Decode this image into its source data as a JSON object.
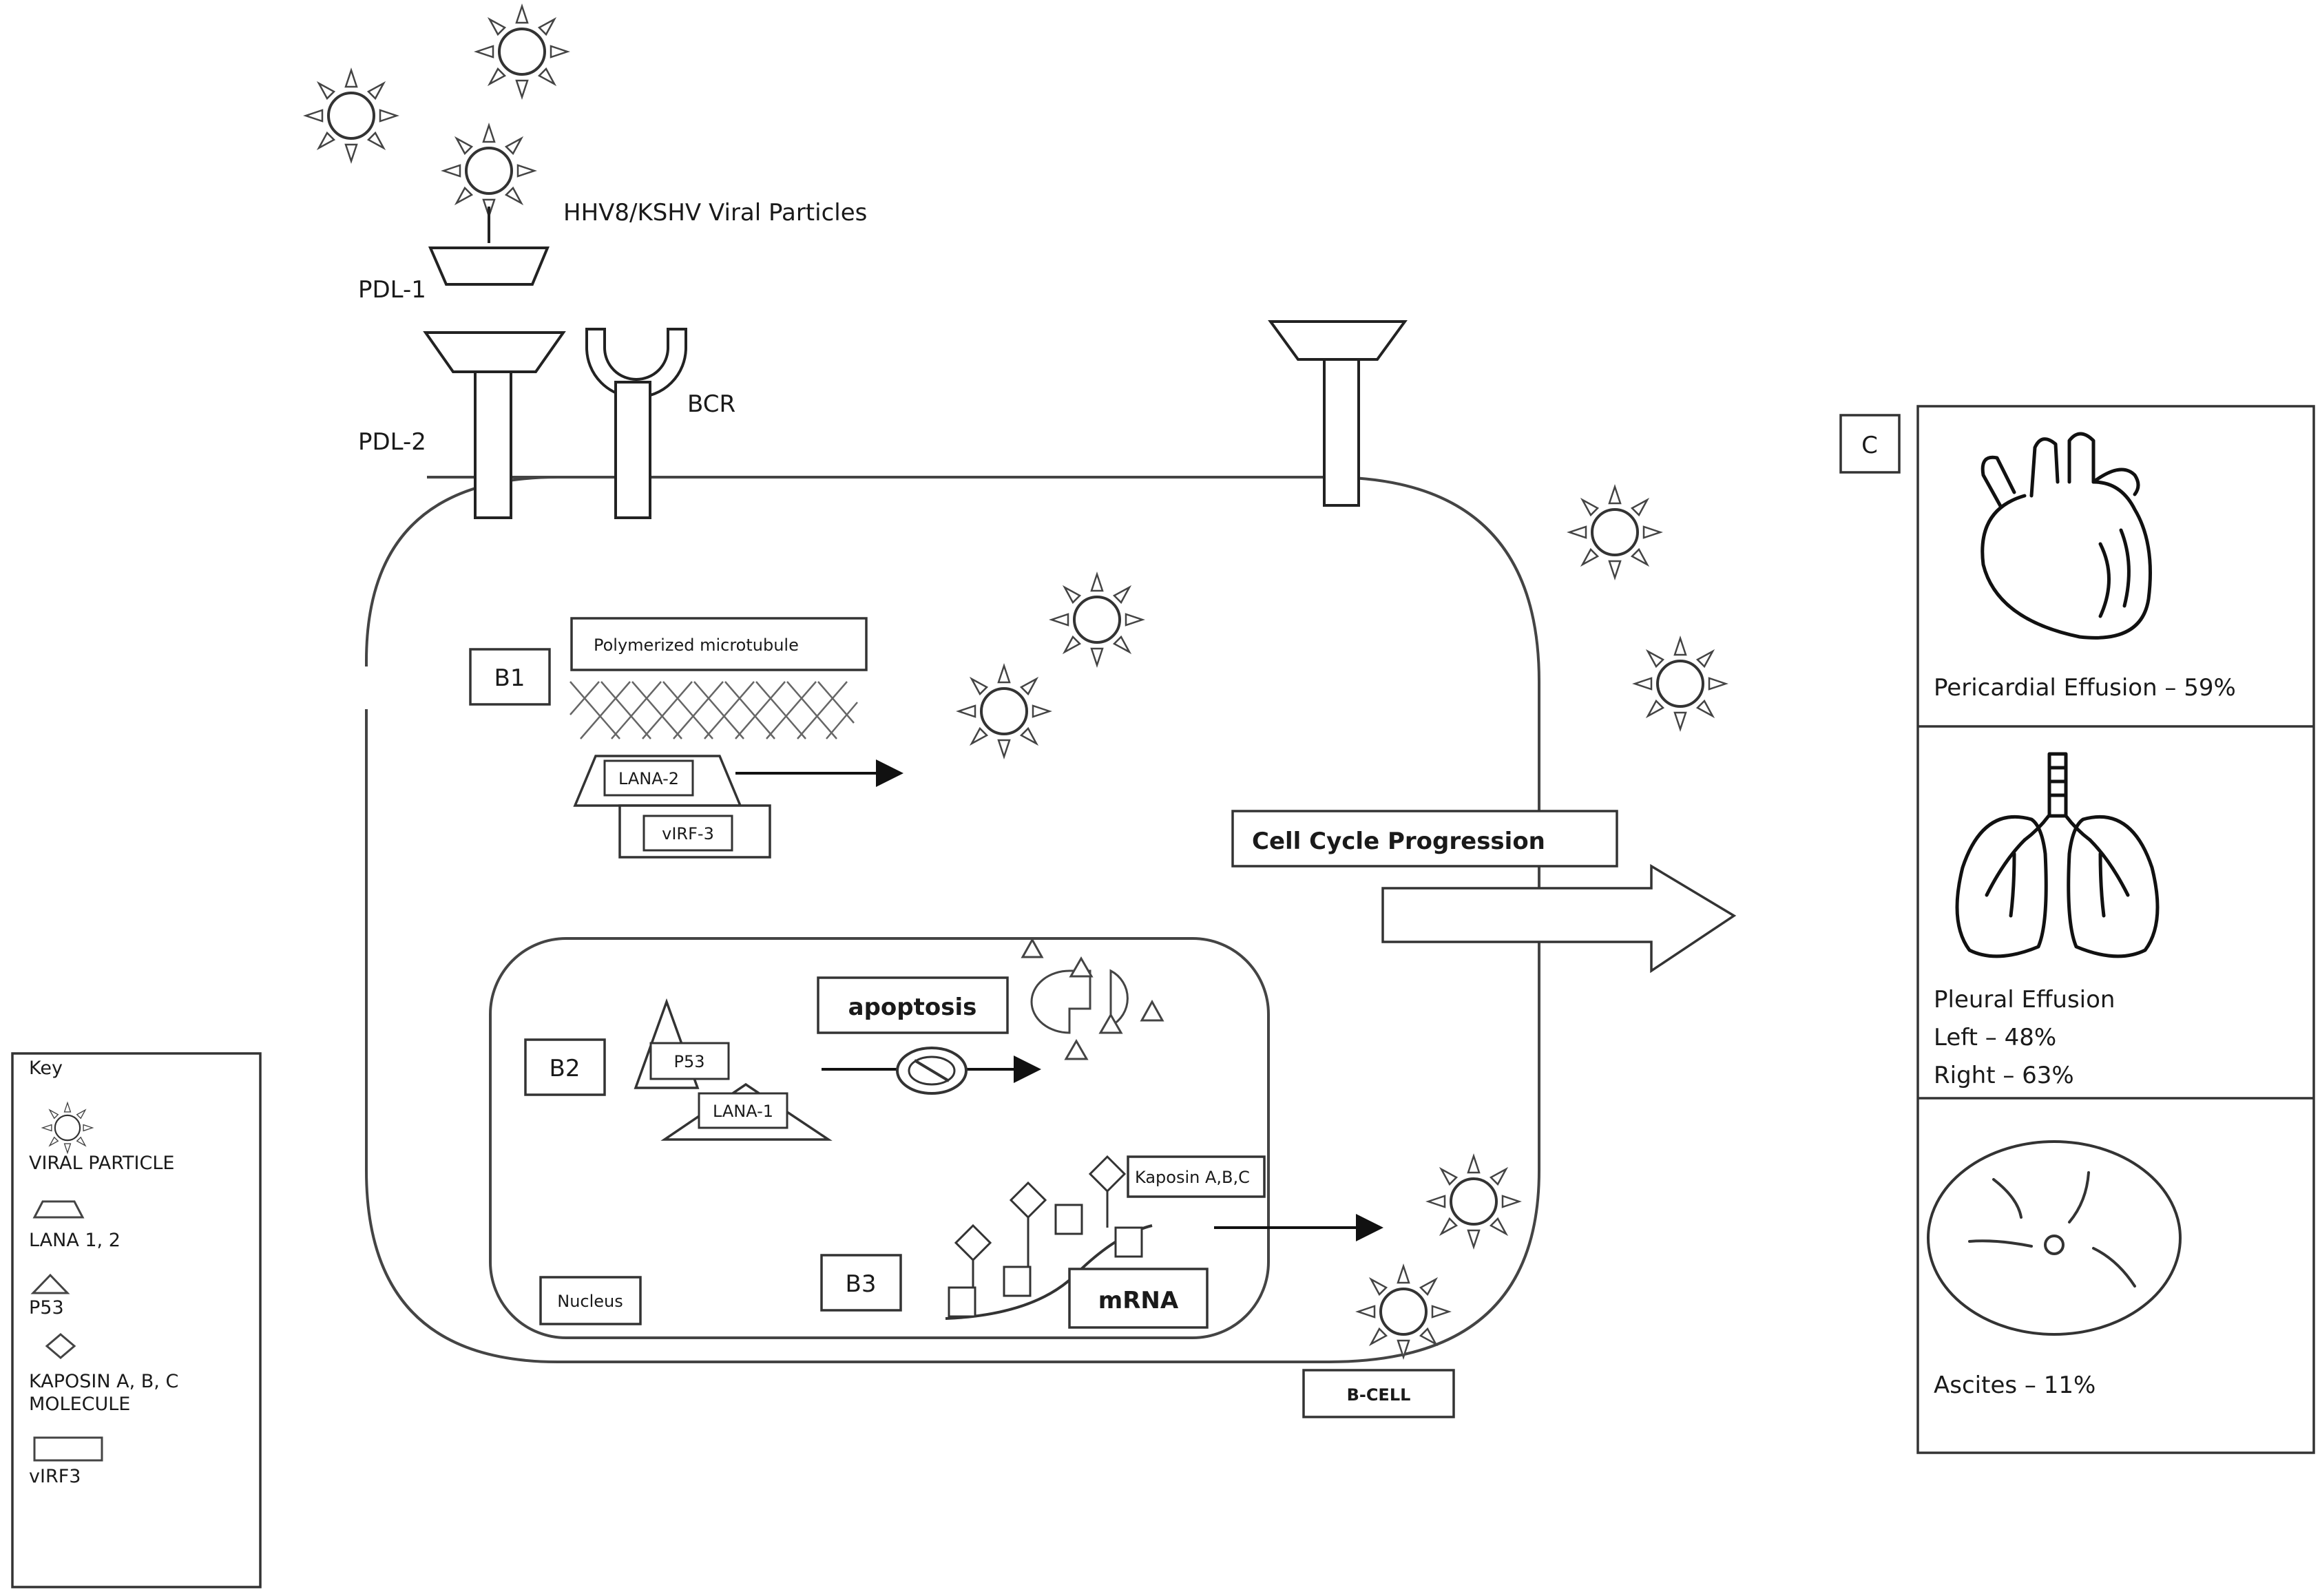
{
  "labels": {
    "viral_particles": "HHV8/KSHV Viral Particles",
    "pdl1": "PDL-1",
    "pdl2": "PDL-2",
    "bcr": "BCR",
    "b1": "B1",
    "b2": "B2",
    "b3": "B3",
    "polymerized_microtubule": "Polymerized microtubule",
    "lana2": "LANA-2",
    "virf3": "vIRF-3",
    "p53": "P53",
    "lana1": "LANA-1",
    "apoptosis": "apoptosis",
    "kaposin": "Kaposin A,B,C",
    "mrna": "mRNA",
    "nucleus": "Nucleus",
    "cell_cycle": "Cell Cycle Progression",
    "bcell": "B-CELL",
    "c": "C"
  },
  "effusions": {
    "pericardial": "Pericardial Effusion – 59%",
    "pleural_title": "Pleural Effusion",
    "pleural_left": "Left – 48%",
    "pleural_right": "Right – 63%",
    "ascites": "Ascites – 11%"
  },
  "key": {
    "title": "Key",
    "viral_particle": "VIRAL PARTICLE",
    "lana": "LANA 1, 2",
    "p53": "P53",
    "kaposin_1": "KAPOSIN A, B, C",
    "kaposin_2": "MOLECULE",
    "virf3": "vIRF3"
  }
}
